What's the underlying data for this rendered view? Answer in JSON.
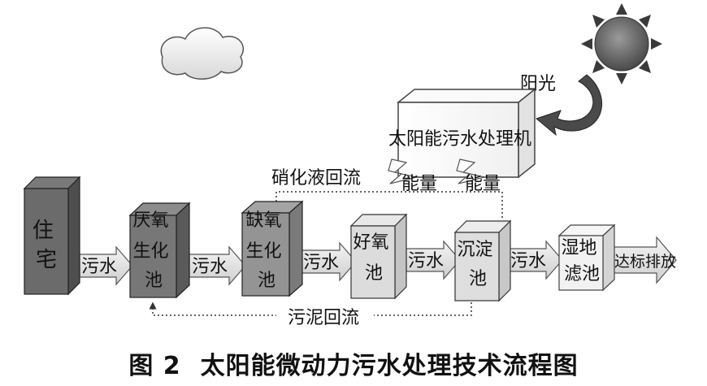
{
  "machine": {
    "label": "太阳能污水处理机"
  },
  "sunlight": {
    "label": "阳光"
  },
  "energy": {
    "left": "能量",
    "right": "能量"
  },
  "nitrification_return": {
    "label": "硝化液回流"
  },
  "sludge_return": {
    "label": "污泥回流"
  },
  "stages": [
    {
      "id": "residence",
      "lines": [
        "住",
        "宅"
      ],
      "shade": "dark"
    },
    {
      "id": "anaerobic",
      "lines": [
        "厌氧",
        "生化",
        "池"
      ],
      "shade": "dark"
    },
    {
      "id": "anoxic",
      "lines": [
        "缺氧",
        "生化",
        "池"
      ],
      "shade": "mid"
    },
    {
      "id": "aerobic",
      "lines": [
        "好氧",
        "池"
      ],
      "shade": "light"
    },
    {
      "id": "settling",
      "lines": [
        "沉淀",
        "池"
      ],
      "shade": "light"
    },
    {
      "id": "wetland",
      "lines": [
        "湿地",
        "滤池"
      ],
      "shade": "white"
    }
  ],
  "flows": [
    "污水",
    "污水",
    "污水",
    "污水",
    "污水",
    "达标排放"
  ],
  "caption": {
    "figure_number": "图 2",
    "title": "太阳能微动力污水处理技术流程图"
  }
}
